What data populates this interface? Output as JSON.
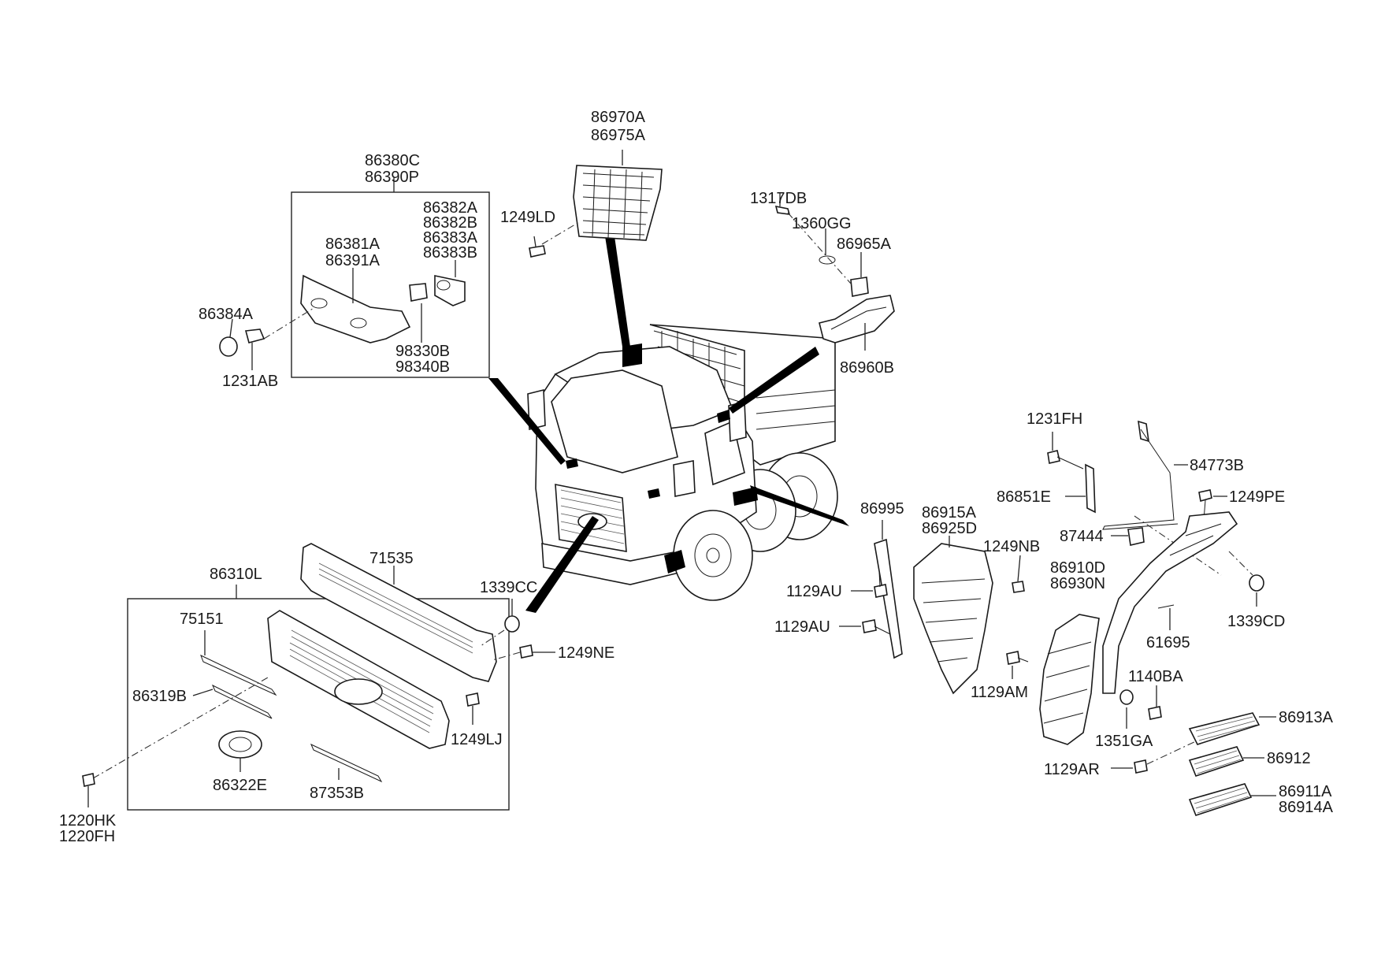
{
  "labels": {
    "p86970A": "86970A",
    "p86975A": "86975A",
    "p1249LD": "1249LD",
    "p1317DB": "1317DB",
    "p1360GG": "1360GG",
    "p86965A": "86965A",
    "p86960B": "86960B",
    "p86380C": "86380C",
    "p86390P": "86390P",
    "p86382A": "86382A",
    "p86382B": "86382B",
    "p86383A": "86383A",
    "p86383B": "86383B",
    "p86381A": "86381A",
    "p86391A": "86391A",
    "p86384A": "86384A",
    "p98330B": "98330B",
    "p98340B": "98340B",
    "p1231AB": "1231AB",
    "p1231FH": "1231FH",
    "p84773B": "84773B",
    "p86851E": "86851E",
    "p1249PE": "1249PE",
    "p87444": "87444",
    "p86995": "86995",
    "p86915A": "86915A",
    "p86925D": "86925D",
    "p1249NB": "1249NB",
    "p86910D": "86910D",
    "p86930N": "86930N",
    "p1339CD": "1339CD",
    "p1129AU_a": "1129AU",
    "p1129AU_b": "1129AU",
    "p61695": "61695",
    "p1140BA": "1140BA",
    "p1129AM": "1129AM",
    "p86913A": "86913A",
    "p1351GA": "1351GA",
    "p86912": "86912",
    "p1129AR": "1129AR",
    "p86911A": "86911A",
    "p86914A": "86914A",
    "p71535": "71535",
    "p86310L": "86310L",
    "p1339CC": "1339CC",
    "p75151": "75151",
    "p1249NE": "1249NE",
    "p86319B": "86319B",
    "p1249LJ": "1249LJ",
    "p86322E": "86322E",
    "p87353B": "87353B",
    "p1220HK": "1220HK",
    "p1220FH": "1220FH"
  }
}
